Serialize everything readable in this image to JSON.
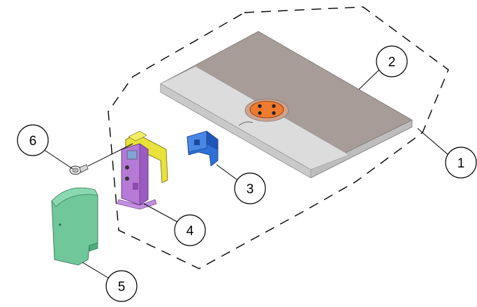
{
  "callouts": [
    {
      "id": "1",
      "label": "1",
      "part": "base-assembly"
    },
    {
      "id": "2",
      "label": "2",
      "part": "base-plate"
    },
    {
      "id": "3",
      "label": "3",
      "part": "blue-clip"
    },
    {
      "id": "4",
      "label": "4",
      "part": "hinge-bracket"
    },
    {
      "id": "5",
      "label": "5",
      "part": "hinge-cover"
    },
    {
      "id": "6",
      "label": "6",
      "part": "screw"
    }
  ],
  "colors": {
    "plate_dark": "#a89c98",
    "plate_light": "#dcdcdc",
    "plate_edge": "#bdbdbd",
    "turntable": "#f07a2e",
    "clip": "#2f6fd6",
    "bracket_yellow": "#e8e23a",
    "bracket_purple": "#b57ad6",
    "cover": "#6fc79a",
    "line": "#000000"
  }
}
